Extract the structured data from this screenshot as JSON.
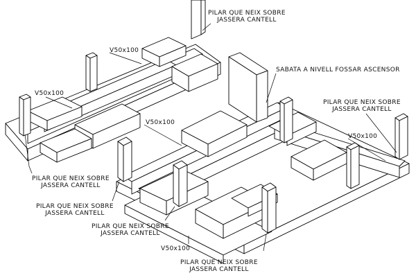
{
  "labels": {
    "pilar_line1": "PILAR QUE NEIX SOBRE",
    "pilar_line2": "JASSERA CANTELL",
    "beam": "V50x100",
    "sabata": "SABATA A NIVELL FOSSAR ASCENSOR"
  },
  "colors": {
    "stroke": "#000000",
    "background": "#ffffff"
  }
}
